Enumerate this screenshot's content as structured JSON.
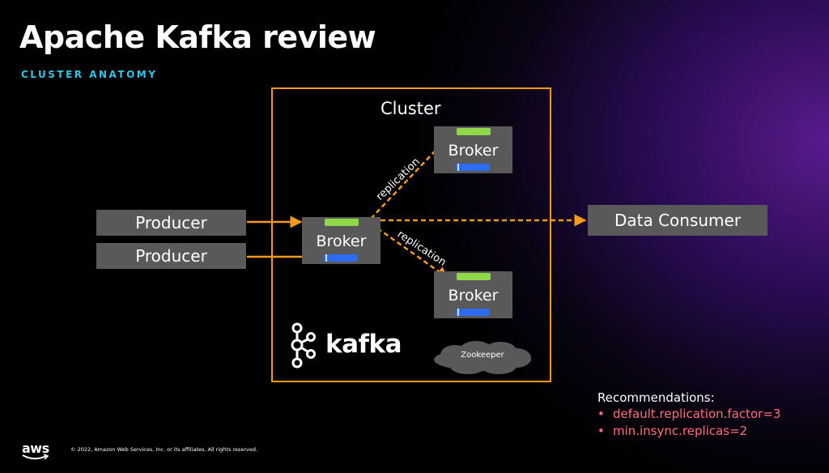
{
  "slide": {
    "title": "Apache Kafka review",
    "subtitle": "CLUSTER ANATOMY"
  },
  "diagram": {
    "cluster_label": "Cluster",
    "producers": [
      "Producer",
      "Producer"
    ],
    "brokers": [
      {
        "label": "Broker",
        "role": "leader"
      },
      {
        "label": "Broker",
        "role": "follower-top"
      },
      {
        "label": "Broker",
        "role": "follower-bottom"
      }
    ],
    "consumer_label": "Data Consumer",
    "replication_labels": [
      "replication",
      "replication"
    ],
    "zookeeper_label": "Zookeeper",
    "kafka_logo_text": "kafka",
    "colors": {
      "cluster_border": "#f59a1c",
      "arrow": "#f59a1c",
      "box_fill": "#595959",
      "green_bar": "#8fd84a",
      "blue_bar": "#2d6bf0",
      "subtitle": "#33c4e6",
      "recommendation_text": "#ff6f7d"
    }
  },
  "recommendations": {
    "title": "Recommendations:",
    "items": [
      "default.replication.factor=3",
      "min.insync.replicas=2"
    ]
  },
  "footer": {
    "logo": "aws",
    "copyright": "© 2022, Amazon Web Services, Inc. or its affiliates. All rights reserved."
  }
}
